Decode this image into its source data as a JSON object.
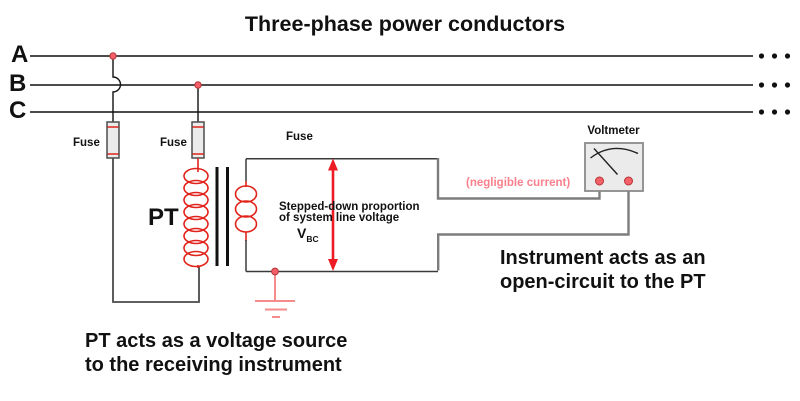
{
  "title": "Three-phase power conductors",
  "phase_labels": {
    "a": "A",
    "b": "B",
    "c": "C"
  },
  "fuse_labels": {
    "phase_a_fuse": "Fuse",
    "phase_b_fuse": "Fuse",
    "secondary_fuse": "Fuse"
  },
  "transformer": {
    "label": "PT"
  },
  "voltmeter": {
    "label": "Voltmeter"
  },
  "notes": {
    "negligible_current": "(negligible current)",
    "stepped_down_line1": "Stepped-down proportion",
    "stepped_down_line2": "of system line voltage",
    "voltage_symbol": "V",
    "voltage_subscript": "BC",
    "instrument_caption_line1": "Instrument acts as an",
    "instrument_caption_line2": "open-circuit to the PT",
    "pt_caption_line1": "PT acts as a voltage source",
    "pt_caption_line2": "to the receiving instrument"
  },
  "colors": {
    "wire_black": "#111111",
    "wire_dark_gray": "#3a3a3a",
    "lead_gray": "#7d7d7d",
    "coil_red": "#e0241b",
    "arrow_red": "#ed1c24",
    "node_fill": "#f4606a",
    "node_stroke": "#b63535",
    "ground_salmon": "#f58b8b",
    "note_pink": "#f9808c",
    "component_fill": "#ebebeb"
  }
}
